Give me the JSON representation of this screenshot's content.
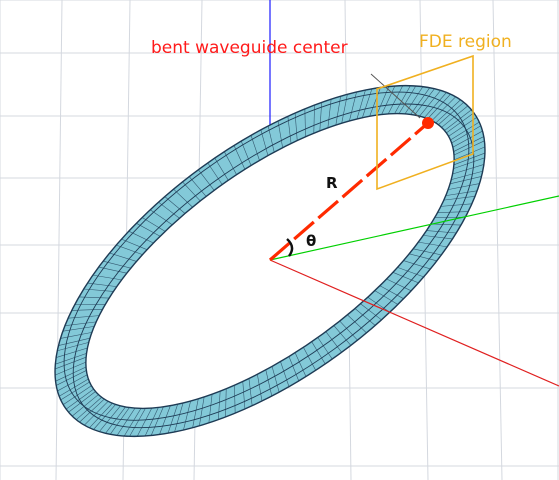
{
  "labels": {
    "bent_center": "bent waveguide center",
    "fde_region": "FDE region",
    "radius": "R",
    "angle": "θ"
  },
  "colors": {
    "background": "#ffffff",
    "grid": "#d4d8df",
    "ring_fill": "#83c9d8",
    "ring_edge": "#1e3b55",
    "axis_x": "#e02020",
    "axis_y": "#00d000",
    "axis_z": "#1a1aff",
    "radius_line": "#ff2a00",
    "fde_box": "#f0b020",
    "label_red": "#ff1a1a",
    "label_orange": "#f0b020",
    "label_dark": "#111111"
  }
}
